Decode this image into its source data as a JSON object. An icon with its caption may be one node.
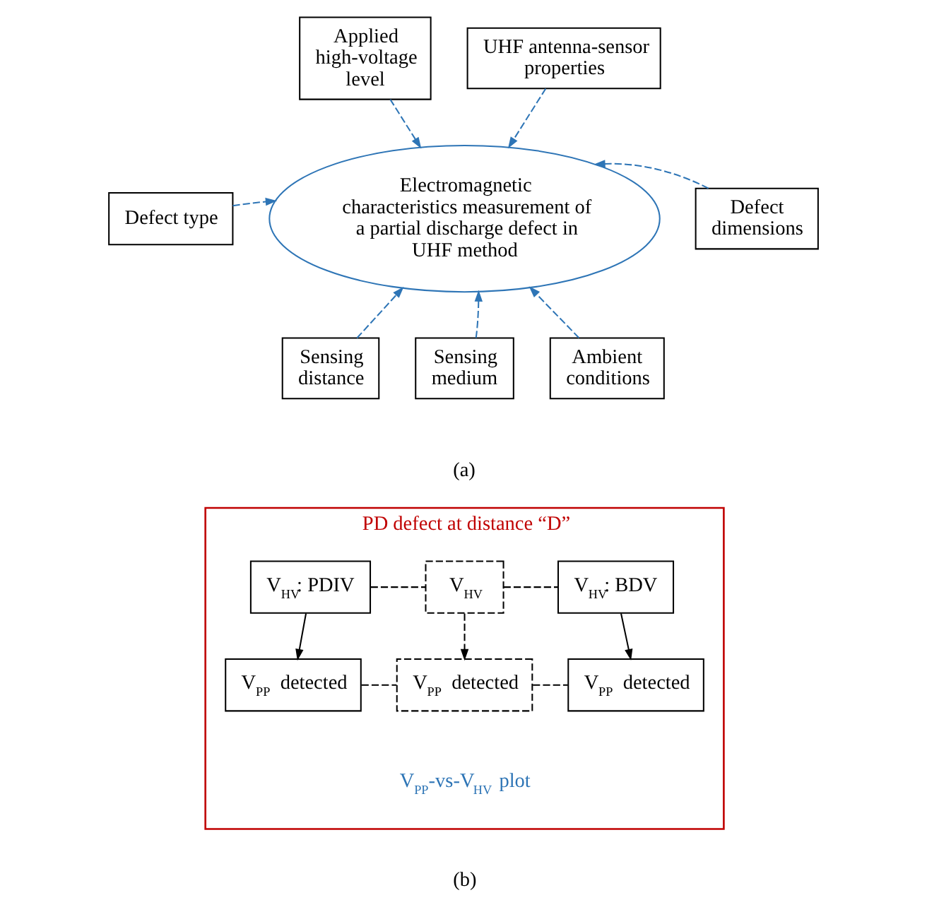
{
  "diagram": {
    "nodes": [
      {
        "text": [
          "Electromagnetic characteristics measurement of a partial discharge defect in UHF method"
        ]
      },
      {
        "text": [
          "Applied high-voltage level"
        ]
      },
      {
        "text": [
          "UHF antenna-sensor properties"
        ]
      },
      {
        "text": [
          "Defect type"
        ]
      },
      {
        "text": [
          "Defect dimensions"
        ]
      },
      {
        "text": [
          "Sensing distance"
        ]
      },
      {
        "text": [
          "Sensing medium"
        ]
      },
      {
        "text": [
          "Ambient conditions"
        ]
      },
      {
        "text": [
          "PD defect at distance “D”"
        ]
      },
      {
        "text": [
          "V$_{HV}$: PDIV"
        ],
        "in": 8
      },
      {
        "text": [
          "V$_{HV}$"
        ],
        "in": 8
      },
      {
        "text": [
          "V$_{HV}$: BDV"
        ],
        "in": 8
      },
      {
        "text": [
          "V$_{PP}$ detected"
        ],
        "in": 8
      },
      {
        "text": [
          "V$_{PP}$ detected"
        ],
        "in": 8
      },
      {
        "text": [
          "V$_{PP}$ detected"
        ],
        "in": 8
      }
    ],
    "edges": [
      {
        "from": 1,
        "to": 0,
        "arrow": "to",
        "style": "dashed",
        "color": "#2e75b6"
      },
      {
        "from": 2,
        "to": 0,
        "arrow": "to",
        "style": "dashed",
        "color": "#2e75b6"
      },
      {
        "from": 3,
        "to": 0,
        "arrow": "to",
        "style": "dashed",
        "color": "#2e75b6"
      },
      {
        "from": 4,
        "to": 0,
        "arrow": "to",
        "style": "dashed",
        "color": "#2e75b6"
      },
      {
        "from": 5,
        "to": 0,
        "arrow": "to",
        "style": "dashed",
        "color": "#2e75b6"
      },
      {
        "from": 6,
        "to": 0,
        "arrow": "to",
        "style": "dashed",
        "color": "#2e75b6"
      },
      {
        "from": 7,
        "to": 0,
        "arrow": "to",
        "style": "dashed",
        "color": "#2e75b6"
      },
      {
        "from": 9,
        "to": 10,
        "arrow": "none",
        "style": "dashed",
        "color": "#000000"
      },
      {
        "from": 10,
        "to": 11,
        "arrow": "none",
        "style": "dashed",
        "color": "#000000"
      },
      {
        "from": 9,
        "to": 12,
        "arrow": "to",
        "color": "#000000"
      },
      {
        "from": 10,
        "to": 13,
        "arrow": "to",
        "style": "dashed",
        "color": "#000000"
      },
      {
        "from": 11,
        "to": 14,
        "arrow": "to",
        "color": "#000000"
      },
      {
        "from": 12,
        "to": 13,
        "arrow": "none",
        "style": "dashed",
        "color": "#000000"
      },
      {
        "from": 13,
        "to": 14,
        "arrow": "none",
        "style": "dashed",
        "color": "#000000"
      }
    ],
    "labels": [
      "(a)",
      "V$_{PP}$-vs-V$_{HV}$ plot",
      "(b)"
    ]
  }
}
